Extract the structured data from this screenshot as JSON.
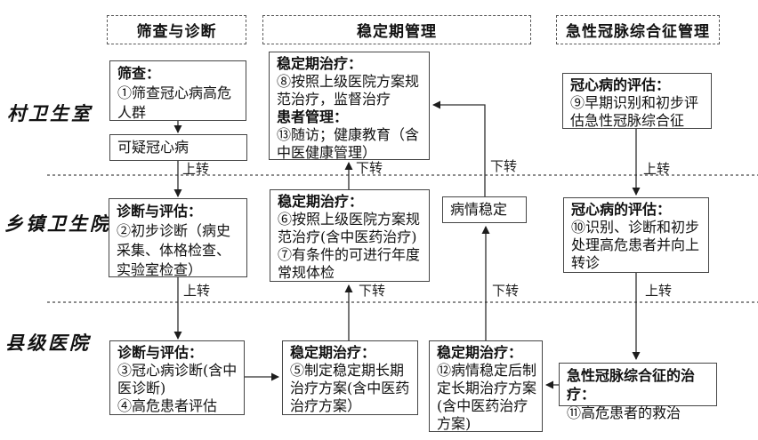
{
  "column_headers": [
    {
      "label": "筛查与诊断"
    },
    {
      "label": "稳定期管理"
    },
    {
      "label": "急性冠脉综合征管理"
    }
  ],
  "row_labels": [
    {
      "label": "村卫生室"
    },
    {
      "label": "乡镇卫生院"
    },
    {
      "label": "县级医院"
    }
  ],
  "boxes": {
    "village_screening": {
      "lines": [
        "筛查：",
        "①筛查冠心病高危人群"
      ]
    },
    "village_suspected": {
      "lines": [
        "可疑冠心病"
      ]
    },
    "village_stable_treatment": {
      "lines": [
        "稳定期治疗：",
        "⑧按照上级医院方案规范治疗，监督治疗",
        "患者管理：",
        "⑬随访；健康教育（含中医健康管理）"
      ]
    },
    "village_chd_assessment": {
      "lines": [
        "冠心病的评估：",
        "⑨早期识别和初步评估急性冠脉综合征"
      ]
    },
    "township_diagnosis": {
      "lines": [
        "诊断与评估：",
        "②初步诊断（病史采集、体格检查、实验室检查）"
      ]
    },
    "township_stable_treatment": {
      "lines": [
        "稳定期治疗：",
        "⑥按照上级医院方案规范治疗(含中医药治疗)",
        "⑦有条件的可进行年度常规体检"
      ]
    },
    "township_condition_stable": {
      "lines": [
        "病情稳定"
      ]
    },
    "township_chd_assessment": {
      "lines": [
        "冠心病的评估：",
        "⑩识别、诊断和初步处理高危患者并向上转诊"
      ]
    },
    "county_diagnosis": {
      "lines": [
        "诊断与评估：",
        "③冠心病诊断(含中医诊断)",
        "④高危患者评估"
      ]
    },
    "county_stable_plan": {
      "lines": [
        "稳定期治疗：",
        "⑤制定稳定期长期治疗方案(含中医药治疗方案）"
      ]
    },
    "county_stable_plan_acs": {
      "lines": [
        "稳定期治疗：",
        "⑫病情稳定后制定长期治疗方案(含中医药治疗方案)"
      ]
    },
    "county_acs_treatment": {
      "lines": [
        "急性冠脉综合征的治疗：",
        "⑪高危患者的救治"
      ]
    }
  },
  "edge_labels": {
    "up_left_village": "上转",
    "up_left_township": "上转",
    "up_right_village": "上转",
    "up_right_township": "上转",
    "down_mid_village": "下转",
    "down_mid_township": "下转",
    "down_right_village": "下转",
    "down_right_township": "下转"
  },
  "colors": {
    "line": "#2e2e2e",
    "box_border": "#454545",
    "dashed_separator": "#666666"
  }
}
